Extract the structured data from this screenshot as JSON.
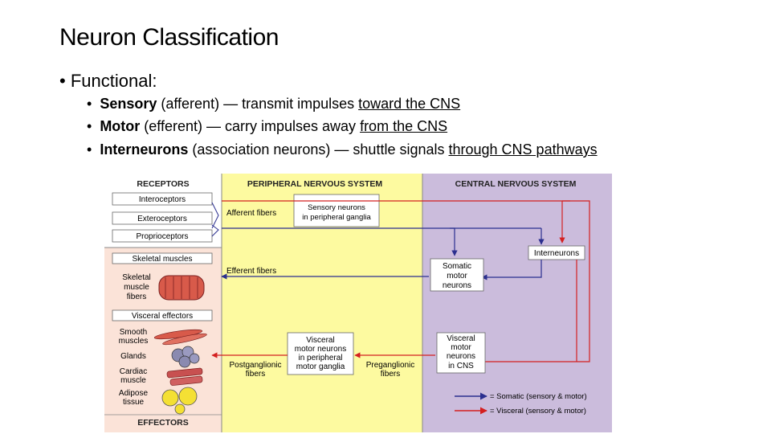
{
  "slide": {
    "title": "Neuron Classification",
    "bullet": "Functional:",
    "items": [
      {
        "bold": "Sensory",
        "pre": " (afferent) — transmit impulses ",
        "u": "toward the CNS",
        "post": ""
      },
      {
        "bold": "Motor",
        "pre": " (efferent) — carry impulses away ",
        "u": "from the CNS",
        "post": ""
      },
      {
        "bold": "Interneurons",
        "pre": " (association neurons) — shuttle signals ",
        "u": "through CNS pathways",
        "post": ""
      }
    ]
  },
  "diagram": {
    "colors": {
      "somatic": "#2b2f8f",
      "visceral": "#d42020",
      "receptor_bg": "#ffffff",
      "effector_bg": "#fbe3d8",
      "pns_bg": "#fdfaa0",
      "cns_bg": "#cbbcdc"
    },
    "receptors_header": "RECEPTORS",
    "receptors": [
      "Interoceptors",
      "Exteroceptors",
      "Proprioceptors"
    ],
    "pns_header": "PERIPHERAL NERVOUS SYSTEM",
    "cns_header": "CENTRAL NERVOUS SYSTEM",
    "afferent_fibers": "Afferent fibers",
    "sensory_neurons": [
      "Sensory neurons",
      "in peripheral ganglia"
    ],
    "interneurons": "Interneurons",
    "skeletal_header": "Skeletal muscles",
    "skeletal_fibers": [
      "Skeletal",
      "muscle",
      "fibers"
    ],
    "efferent_fibers": "Efferent fibers",
    "somatic_motor": [
      "Somatic",
      "motor",
      "neurons"
    ],
    "visceral_header": "Visceral effectors",
    "visceral_items": [
      [
        "Smooth",
        "muscles"
      ],
      [
        "Glands"
      ],
      [
        "Cardiac",
        "muscle"
      ],
      [
        "Adipose",
        "tissue"
      ]
    ],
    "visceral_motor_pns": [
      "Visceral",
      "motor neurons",
      "in peripheral",
      "motor ganglia"
    ],
    "postganglionic": [
      "Postganglionic",
      "fibers"
    ],
    "preganglionic": [
      "Preganglionic",
      "fibers"
    ],
    "visceral_motor_cns": [
      "Visceral",
      "motor",
      "neurons",
      "in CNS"
    ],
    "effectors_header": "EFFECTORS",
    "legend": [
      "= Somatic (sensory & motor)",
      "= Visceral (sensory & motor)"
    ]
  }
}
